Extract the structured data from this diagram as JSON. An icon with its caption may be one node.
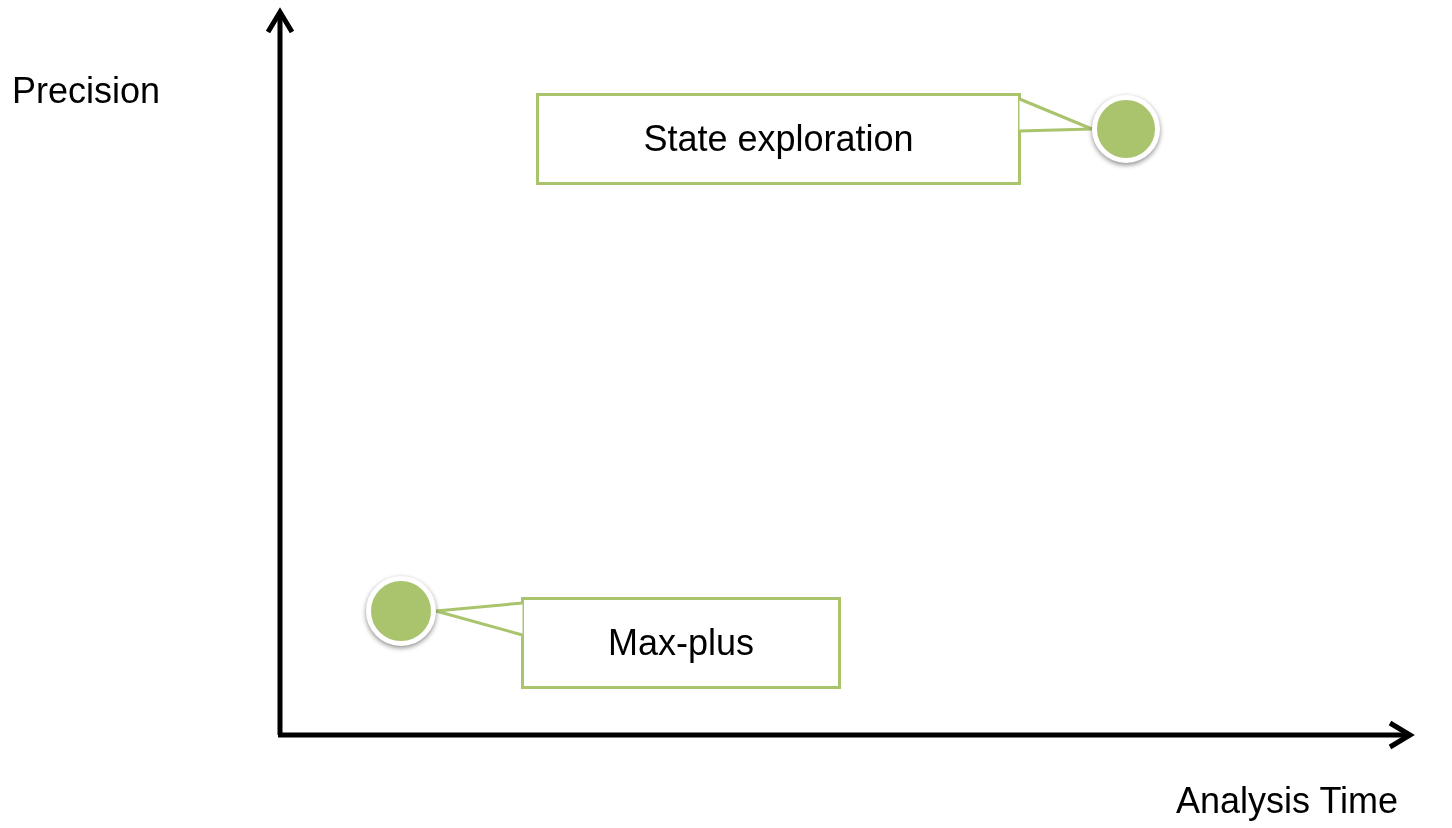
{
  "diagram": {
    "nodes": [
      {
        "text": [
          "State exploration"
        ]
      },
      {
        "text": [],
        "shape": "circle"
      },
      {
        "text": [
          "Max-plus"
        ]
      },
      {
        "text": [],
        "shape": "circle"
      }
    ],
    "edges": [
      {
        "from": 0,
        "to": 1,
        "arrow": "none"
      },
      {
        "from": 2,
        "to": 3,
        "arrow": "none"
      }
    ],
    "labels": [
      "Precision",
      "Analysis Time"
    ]
  }
}
